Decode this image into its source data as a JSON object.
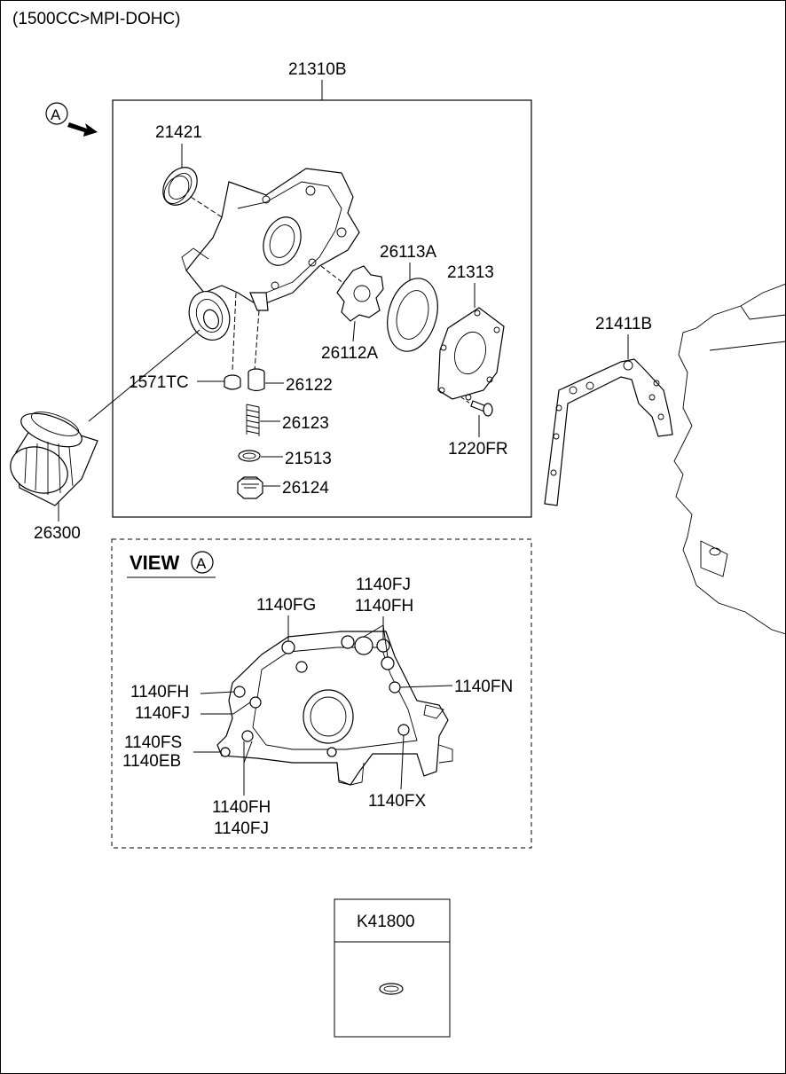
{
  "header": {
    "engine_spec": "(1500CC>MPI-DOHC)"
  },
  "callouts": {
    "assembly": "21310B",
    "seal": "21421",
    "outer_rotor": "26113A",
    "cover": "21313",
    "inner_rotor": "26112A",
    "plug_1571TC": "1571TC",
    "plunger": "26122",
    "spring": "26123",
    "gasket_ring": "21513",
    "plug": "26124",
    "screw": "1220FR",
    "filter": "26300",
    "pump_gasket": "21411B"
  },
  "view_a": {
    "view_word": "VIEW",
    "view_letter": "A",
    "arrow_letter": "A",
    "bolts": {
      "fg": "1140FG",
      "fj_top": "1140FJ",
      "fh_top": "1140FH",
      "fn": "1140FN",
      "fh_left": "1140FH",
      "fj_left": "1140FJ",
      "fs": "1140FS",
      "eb": "1140EB",
      "fh_bottom": "1140FH",
      "fj_bottom": "1140FJ",
      "fx": "1140FX"
    }
  },
  "kit_box": {
    "code": "K41800"
  }
}
